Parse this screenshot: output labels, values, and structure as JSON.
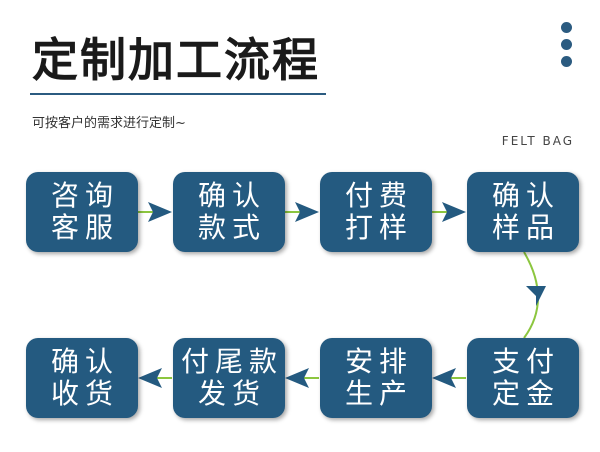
{
  "header": {
    "title": "定制加工流程",
    "subtitle": "可按客户的需求进行定制~",
    "brand": "FELT BAG"
  },
  "steps": [
    {
      "line1": "咨询",
      "line2": "客服"
    },
    {
      "line1": "确认",
      "line2": "款式"
    },
    {
      "line1": "付费",
      "line2": "打样"
    },
    {
      "line1": "确认",
      "line2": "样品"
    },
    {
      "line1": "支付",
      "line2": "定金"
    },
    {
      "line1": "安排",
      "line2": "生产"
    },
    {
      "line1": "付尾款",
      "line2": "发货"
    },
    {
      "line1": "确认",
      "line2": "收货"
    }
  ],
  "colors": {
    "box": "#245a80",
    "connector_line": "#8cc63f",
    "arrowhead": "#245a80",
    "dots": "#2b5b80"
  }
}
